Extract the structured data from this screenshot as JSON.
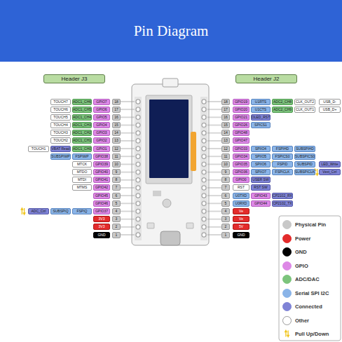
{
  "diagram": {
    "title": "Pin Diagram",
    "nodes": [
      {
        "text": [
          "Header J3"
        ]
      },
      {
        "text": [
          "Header J2"
        ]
      },
      {
        "text": [
          "TOUCH7"
        ]
      },
      {
        "text": [
          "ADC1_CH6"
        ]
      },
      {
        "text": [
          "GPIO7"
        ]
      },
      {
        "text": [
          "18"
        ]
      },
      {
        "text": [
          "18"
        ]
      },
      {
        "text": [
          "GPIO19"
        ]
      },
      {
        "text": [
          "U1RTS"
        ]
      },
      {
        "text": [
          "ADC2_CH8"
        ]
      },
      {
        "text": [
          "CLK_OUT2"
        ]
      },
      {
        "text": [
          "USB_D-"
        ]
      },
      {
        "text": [
          "TOUCH6"
        ]
      },
      {
        "text": [
          "ADC1_CH5"
        ]
      },
      {
        "text": [
          "GPIO6"
        ]
      },
      {
        "text": [
          "17"
        ]
      },
      {
        "text": [
          "17"
        ]
      },
      {
        "text": [
          "GPIO20"
        ]
      },
      {
        "text": [
          "U1CTS"
        ]
      },
      {
        "text": [
          "ADC2_CH9"
        ]
      },
      {
        "text": [
          "CLK_OUT1"
        ]
      },
      {
        "text": [
          "USB_D+"
        ]
      },
      {
        "text": [
          "TOUCH5"
        ]
      },
      {
        "text": [
          "ADC1_CH4"
        ]
      },
      {
        "text": [
          "GPIO5"
        ]
      },
      {
        "text": [
          "16"
        ]
      },
      {
        "text": [
          "16"
        ]
      },
      {
        "text": [
          "GPIO21"
        ]
      },
      {
        "text": [
          "OLED_RST"
        ]
      },
      {
        "text": [
          "TOUCH4"
        ]
      },
      {
        "text": [
          "ADC1_CH3"
        ]
      },
      {
        "text": [
          "GPIO4"
        ]
      },
      {
        "text": [
          "15"
        ]
      },
      {
        "text": [
          "15"
        ]
      },
      {
        "text": [
          "GPIO26"
        ]
      },
      {
        "text": [
          "SPICS1"
        ]
      },
      {
        "text": [
          "TOUCH3"
        ]
      },
      {
        "text": [
          "ADC1_CH2"
        ]
      },
      {
        "text": [
          "GPIO3"
        ]
      },
      {
        "text": [
          "14"
        ]
      },
      {
        "text": [
          "14"
        ]
      },
      {
        "text": [
          "GPIO48"
        ]
      },
      {
        "text": [
          "TOUCH2"
        ]
      },
      {
        "text": [
          "ADC1_CH1"
        ]
      },
      {
        "text": [
          "GPIO2"
        ]
      },
      {
        "text": [
          "13"
        ]
      },
      {
        "text": [
          "13"
        ]
      },
      {
        "text": [
          "GPIO47"
        ]
      },
      {
        "text": [
          "TOUCH1"
        ]
      },
      {
        "text": [
          "VBAT Read"
        ]
      },
      {
        "text": [
          "ADC1_CH0"
        ]
      },
      {
        "text": [
          "GPIO1"
        ]
      },
      {
        "text": [
          "12"
        ]
      },
      {
        "text": [
          "12"
        ]
      },
      {
        "text": [
          "GPIO33"
        ]
      },
      {
        "text": [
          "SPIIO4"
        ]
      },
      {
        "text": [
          "FSPIHD"
        ]
      },
      {
        "text": [
          "SUBSPIHD"
        ]
      },
      {
        "text": [
          "SUBSPIWP"
        ]
      },
      {
        "text": [
          "FSPIWP"
        ]
      },
      {
        "text": [
          "GPIO38"
        ]
      },
      {
        "text": [
          "11"
        ]
      },
      {
        "text": [
          "11"
        ]
      },
      {
        "text": [
          "GPIO34"
        ]
      },
      {
        "text": [
          "SPIIO5"
        ]
      },
      {
        "text": [
          "FSPICS0"
        ]
      },
      {
        "text": [
          "SUBSPICS0"
        ]
      },
      {
        "text": [
          "MTCK"
        ]
      },
      {
        "text": [
          "GPIO39"
        ]
      },
      {
        "text": [
          "10"
        ]
      },
      {
        "text": [
          "10"
        ]
      },
      {
        "text": [
          "GPIO35"
        ]
      },
      {
        "text": [
          "SPIIO6"
        ]
      },
      {
        "text": [
          "FSPID"
        ]
      },
      {
        "text": [
          "SUBSPID"
        ]
      },
      {
        "text": [
          "LED_Write"
        ]
      },
      {
        "text": [
          "MTDO"
        ]
      },
      {
        "text": [
          "GPIO40"
        ]
      },
      {
        "text": [
          "9"
        ]
      },
      {
        "text": [
          "9"
        ]
      },
      {
        "text": [
          "GPIO36"
        ]
      },
      {
        "text": [
          "SPIIO7"
        ]
      },
      {
        "text": [
          "FSPICLK"
        ]
      },
      {
        "text": [
          "SUBSPICLK"
        ]
      },
      {
        "text": [
          "Vext_Ctrl"
        ]
      },
      {
        "text": [
          "MTDI"
        ]
      },
      {
        "text": [
          "GPIO41"
        ]
      },
      {
        "text": [
          "8"
        ]
      },
      {
        "text": [
          "8"
        ]
      },
      {
        "text": [
          "GPIO0"
        ]
      },
      {
        "text": [
          "USER SW"
        ]
      },
      {
        "text": [
          "MTMS"
        ]
      },
      {
        "text": [
          "GPIO42"
        ]
      },
      {
        "text": [
          "7"
        ]
      },
      {
        "text": [
          "7"
        ]
      },
      {
        "text": [
          "RST"
        ]
      },
      {
        "text": [
          "RST SW"
        ]
      },
      {
        "text": [
          "GPIO45"
        ]
      },
      {
        "text": [
          "6"
        ]
      },
      {
        "text": [
          "6"
        ]
      },
      {
        "text": [
          "U0TXD"
        ]
      },
      {
        "text": [
          "GPIO43"
        ]
      },
      {
        "text": [
          "CP2102_RX"
        ]
      },
      {
        "text": [
          "GPIO46"
        ]
      },
      {
        "text": [
          "5"
        ]
      },
      {
        "text": [
          "5"
        ]
      },
      {
        "text": [
          "U0RXD"
        ]
      },
      {
        "text": [
          "GPIO44"
        ]
      },
      {
        "text": [
          "CP2102_TX"
        ]
      },
      {
        "text": [
          "ADC_Ctrl"
        ]
      },
      {
        "text": [
          "SUBSPIQ"
        ]
      },
      {
        "text": [
          "FSPIQ"
        ]
      },
      {
        "text": [
          "GPIO37"
        ]
      },
      {
        "text": [
          "4"
        ]
      },
      {
        "text": [
          "4"
        ]
      },
      {
        "text": [
          "Ve"
        ]
      },
      {
        "text": [
          "3V3"
        ]
      },
      {
        "text": [
          "3"
        ]
      },
      {
        "text": [
          "3"
        ]
      },
      {
        "text": [
          "Ve"
        ]
      },
      {
        "text": [
          "3V3"
        ]
      },
      {
        "text": [
          "2"
        ]
      },
      {
        "text": [
          "2"
        ]
      },
      {
        "text": [
          "5V"
        ]
      },
      {
        "text": [
          "GND"
        ]
      },
      {
        "text": [
          "1"
        ]
      },
      {
        "text": [
          "1"
        ]
      },
      {
        "text": [
          "GND"
        ]
      }
    ],
    "legend": [
      {
        "text": "Physical Pin",
        "color": "#c8c8c8"
      },
      {
        "text": "Power",
        "color": "#e32b2b"
      },
      {
        "text": "GND",
        "color": "#000000"
      },
      {
        "text": "GPIO",
        "color": "#dd88e6"
      },
      {
        "text": "ADC/DAC",
        "color": "#7cc47c"
      },
      {
        "text": "Serial SPI I2C",
        "color": "#8ab4e8"
      },
      {
        "text": "Connected",
        "color": "#7f83d6"
      },
      {
        "text": "Other",
        "color": "#ffffff"
      },
      {
        "text": "Pull Up/Down"
      }
    ]
  }
}
